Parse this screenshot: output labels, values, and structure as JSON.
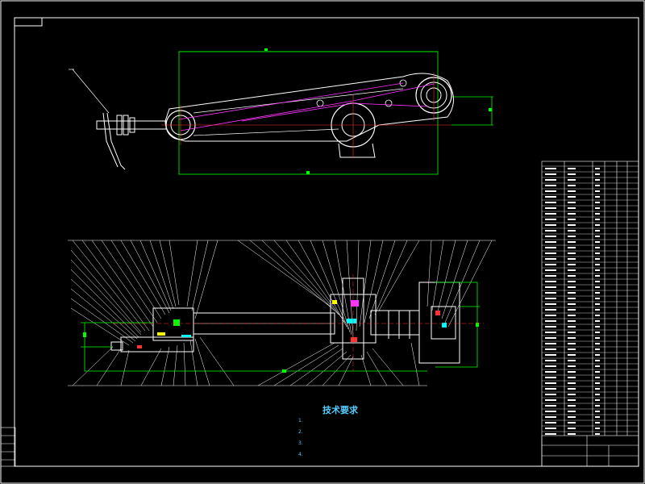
{
  "title_block": {
    "org": "",
    "drawing_name": "",
    "scale": ""
  },
  "tech_notes": {
    "title": "技术要求",
    "items": [
      "1.",
      "2.",
      "3.",
      "4."
    ]
  },
  "colors": {
    "background": "#000000",
    "outline": "#ffffff",
    "dimension": "#00ff00",
    "centerline": "#ff3333",
    "linkage": "#ff33ff",
    "notes": "#55ccff",
    "fill_cyan": "#00ffff",
    "fill_yellow": "#ffff00"
  }
}
